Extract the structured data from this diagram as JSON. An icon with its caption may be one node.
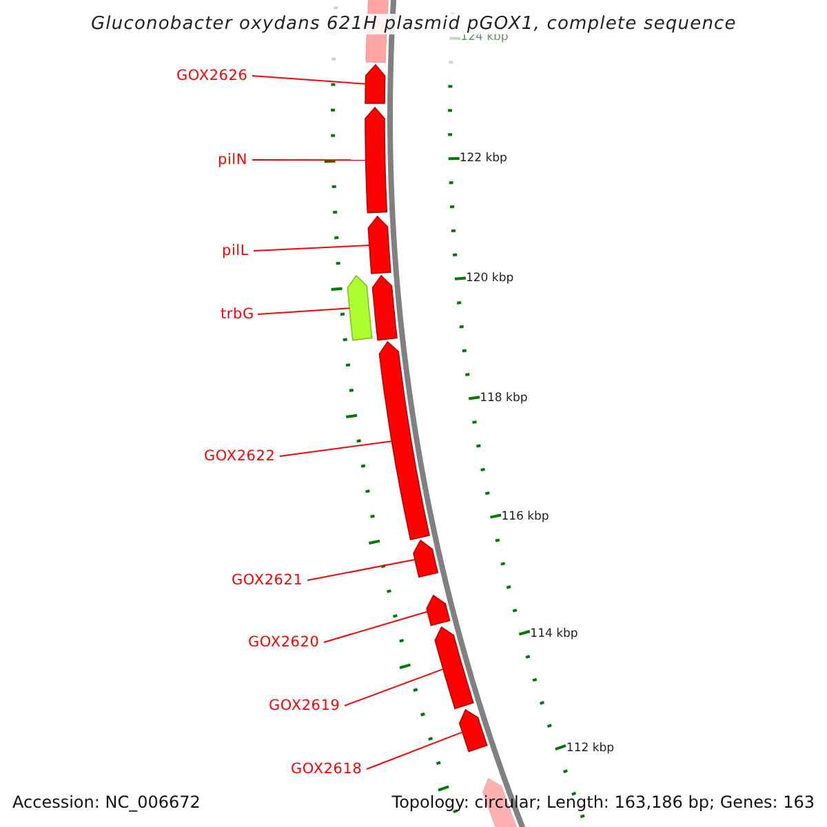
{
  "diagram": {
    "title": "Gluconobacter oxydans 621H plasmid pGOX1, complete sequence",
    "nodes": [
      {
        "text": [
          "GOX2626"
        ]
      },
      {
        "text": [
          "pilN"
        ]
      },
      {
        "text": [
          "pilL"
        ]
      },
      {
        "text": [
          "trbG"
        ]
      },
      {
        "text": [
          "GOX2622"
        ]
      },
      {
        "text": [
          "GOX2621"
        ]
      },
      {
        "text": [
          "GOX2620"
        ]
      },
      {
        "text": [
          "GOX2619"
        ]
      },
      {
        "text": [
          "GOX2618"
        ]
      },
      {
        "text": [],
        "shape": "box"
      },
      {
        "text": [],
        "shape": "box"
      },
      {
        "text": [],
        "shape": "box"
      },
      {
        "text": [],
        "shape": "box"
      },
      {
        "text": [],
        "shape": "box"
      },
      {
        "text": [],
        "shape": "box"
      },
      {
        "text": [],
        "shape": "box"
      },
      {
        "text": [],
        "shape": "box"
      },
      {
        "text": [],
        "shape": "box"
      },
      {
        "text": [],
        "shape": "box"
      },
      {
        "text": [],
        "shape": "box"
      },
      {
        "text": [],
        "shape": "box"
      }
    ],
    "edges": [
      {
        "from": 0,
        "to": 10,
        "arrow": "none"
      },
      {
        "from": 1,
        "to": 11,
        "arrow": "none"
      },
      {
        "from": 2,
        "to": 12,
        "arrow": "none"
      },
      {
        "from": 3,
        "to": 13,
        "arrow": "none"
      },
      {
        "from": 4,
        "to": 15,
        "arrow": "none"
      },
      {
        "from": 5,
        "to": 16,
        "arrow": "none"
      },
      {
        "from": 6,
        "to": 17,
        "arrow": "none"
      },
      {
        "from": 7,
        "to": 18,
        "arrow": "none"
      },
      {
        "from": 8,
        "to": 19,
        "arrow": "none"
      }
    ],
    "labels": [
      "124 kbp",
      "122 kbp",
      "120 kbp",
      "118 kbp",
      "116 kbp",
      "114 kbp",
      "112 kbp",
      "Accession: NC_006672",
      "Topology: circular; Length: 163,186 bp; Genes: 163"
    ]
  }
}
